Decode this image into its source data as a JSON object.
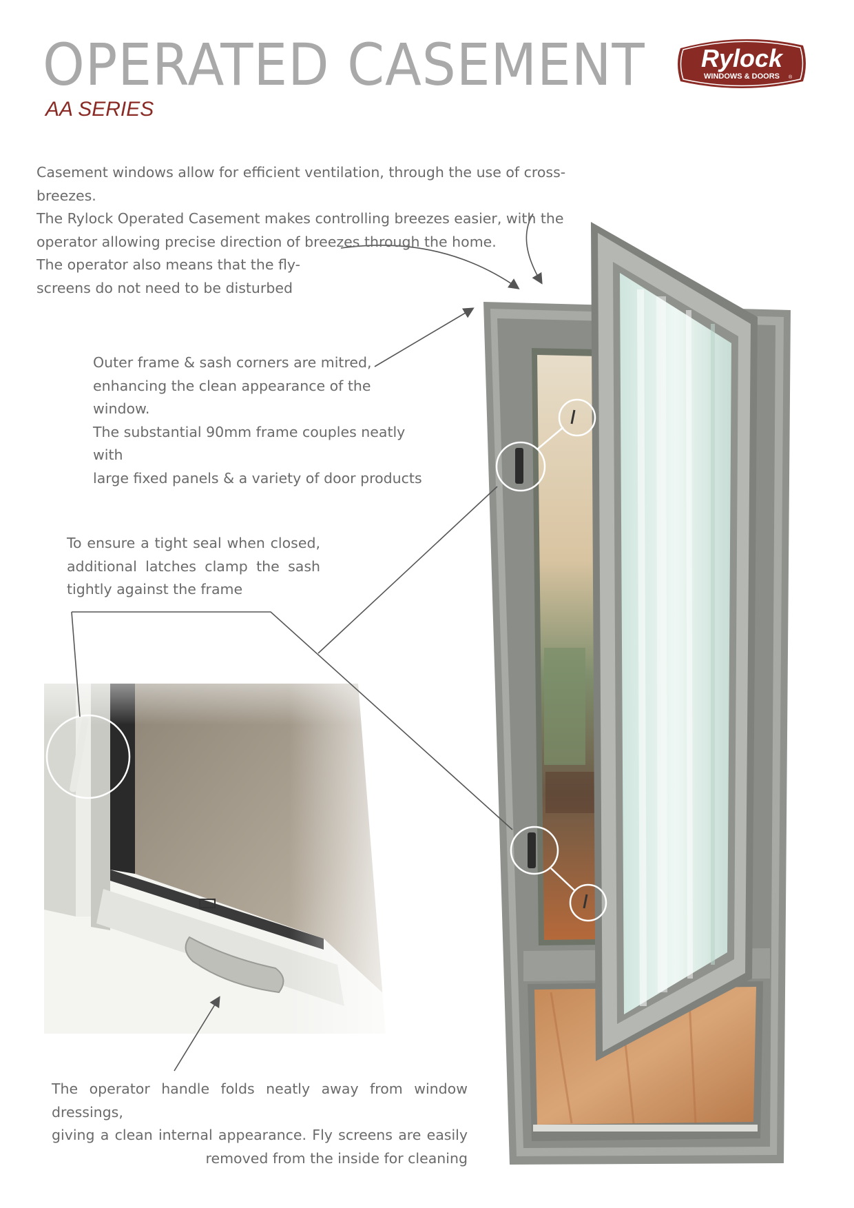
{
  "header": {
    "title": "OPERATED CASEMENT",
    "subtitle": "AA SERIES"
  },
  "logo": {
    "brand": "Rylock",
    "tagline": "WINDOWS & DOORS",
    "registered": "®",
    "color": "#8a2a24"
  },
  "intro": {
    "lines": [
      "Casement windows allow for efficient ventilation, through the use of cross-breezes.",
      "The Rylock Operated Casement makes controlling breezes easier, with the",
      "operator allowing precise direction of breezes through the home.",
      "The operator also means that the fly-",
      "screens do not need to be disturbed"
    ]
  },
  "callouts": {
    "frame": {
      "lines": [
        "Outer frame & sash corners are mitred,",
        "enhancing the clean appearance of the window.",
        "The substantial 90mm frame couples neatly with",
        "large fixed panels & a variety of door products"
      ]
    },
    "latches": {
      "lines": [
        "To ensure a tight seal when closed,",
        "additional latches clamp the sash",
        "tightly against the frame"
      ]
    },
    "handle": {
      "lines": [
        "The operator handle folds neatly away from window dressings,",
        "giving a clean internal appearance. Fly screens are easily",
        "removed from the inside for cleaning"
      ]
    }
  },
  "colors": {
    "frame": "#8e918c",
    "glass": "#d9ece6",
    "floor": "#c98e5e",
    "accent": "#8a2a24"
  }
}
